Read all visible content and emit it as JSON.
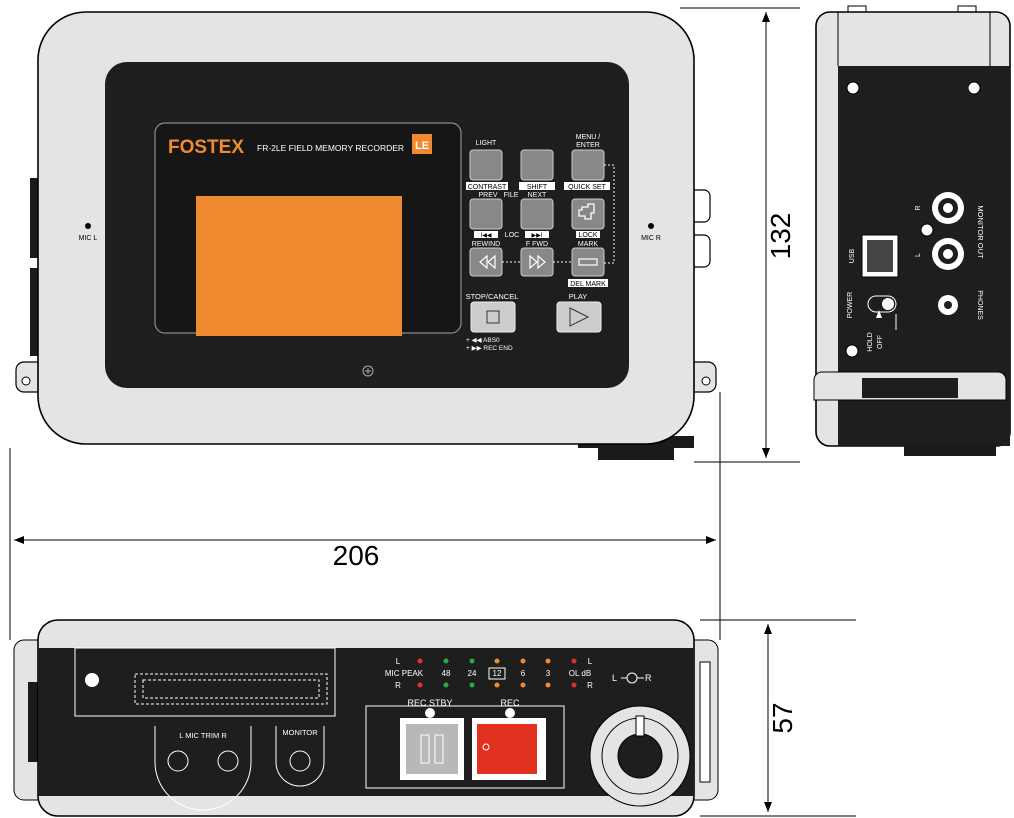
{
  "dimensions": {
    "width": "206",
    "height": "132",
    "depth": "57"
  },
  "top_view": {
    "brand": "FOSTEX",
    "model": "FR-2LE  FIELD MEMORY RECORDER",
    "logo": "LE",
    "mic_l": "MIC L",
    "mic_r": "MIC R",
    "buttons": {
      "light": "LIGHT",
      "contrast": "CONTRAST",
      "shift": "SHIFT",
      "menu": "MENU /",
      "enter": "ENTER",
      "quick_set": "QUICK SET",
      "prev": "PREV",
      "file": "FILE",
      "next": "NEXT",
      "prev_loc": "I◀◀",
      "loc": "LOC",
      "next_loc": "▶▶I",
      "lock": "LOCK",
      "rewind": "REWIND",
      "ffwd": "F FWD",
      "mark": "MARK",
      "del_mark": "DEL MARK",
      "stop": "STOP/CANCEL",
      "play": "PLAY",
      "abs0": "+ ◀◀  ABS0",
      "rec_end": "+ ▶▶  REC END"
    }
  },
  "side_view": {
    "usb": "USB",
    "power": "POWER",
    "hold": "HOLD",
    "off": "OFF",
    "r": "R",
    "l": "L",
    "monitor_out": "MONITOR OUT",
    "phones": "PHONES"
  },
  "front_view": {
    "meter_l": "L",
    "meter_r": "R",
    "mic_peak": "MIC PEAK",
    "scale": [
      "48",
      "24",
      "12",
      "6",
      "3",
      "OL dB"
    ],
    "meter_l2": "L",
    "meter_r2": "R",
    "lr_label_l": "L",
    "lr_label_r": "R",
    "mic_trim": "L  MIC TRIM  R",
    "monitor": "MONITOR",
    "rec_stby": "REC STBY",
    "rec": "REC"
  },
  "colors": {
    "orange": "#f08a30",
    "dark": "#1e1e1e",
    "body": "#e4e4e4",
    "red": "#e0321e",
    "green": "#2fa845"
  }
}
